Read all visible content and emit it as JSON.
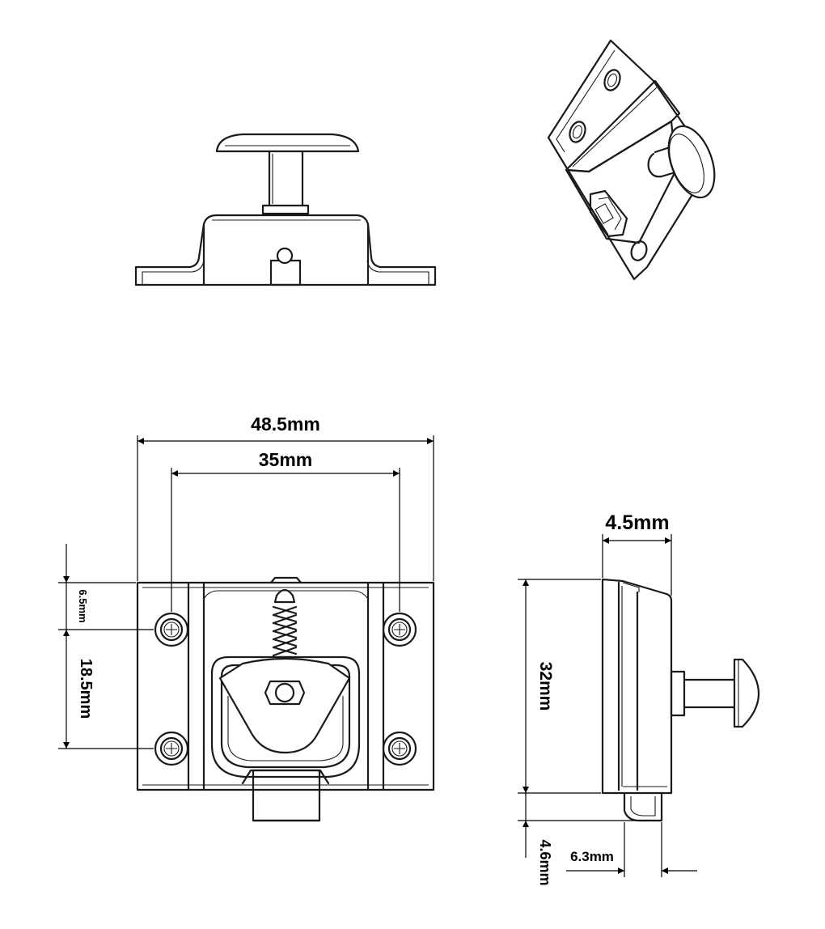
{
  "dimensions": {
    "overall_width": "48.5mm",
    "hole_spacing_horizontal": "35mm",
    "top_offset": "6.5mm",
    "hole_spacing_vertical": "18.5mm",
    "plate_height": "32mm",
    "plate_thickness": "4.5mm",
    "bolt_projection": "4.6mm",
    "bolt_width": "6.3mm"
  },
  "colors": {
    "line": "#1a1a1a",
    "background": "#ffffff"
  }
}
